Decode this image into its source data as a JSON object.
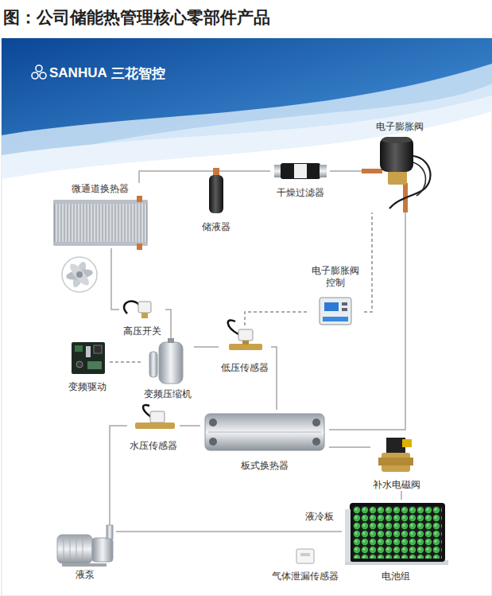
{
  "diagram": {
    "title": "图：公司储能热管理核心零部件产品",
    "nodes": [
      {
        "text": [
          "电子膨胀阀"
        ]
      },
      {
        "text": [
          "微通道换热器"
        ]
      },
      {
        "text": [
          "干燥过滤器"
        ]
      },
      {
        "text": [
          "储液器"
        ]
      },
      {
        "text": [
          "电子膨胀阀 控制"
        ]
      },
      {
        "text": [
          "高压开关"
        ]
      },
      {
        "text": [
          "低压传感器"
        ]
      },
      {
        "text": [
          "变频驱动"
        ]
      },
      {
        "text": [
          "变频压缩机"
        ]
      },
      {
        "text": [
          "水压传感器"
        ]
      },
      {
        "text": [
          "板式换热器"
        ]
      },
      {
        "text": [
          "补水电磁阀"
        ]
      },
      {
        "text": [
          "液泵"
        ]
      },
      {
        "text": [
          "气体泄漏传感器"
        ]
      },
      {
        "text": [
          "电池组"
        ]
      }
    ],
    "edges": [
      {
        "from": 1,
        "to": 3,
        "arrow": "none"
      },
      {
        "from": 3,
        "to": 2,
        "arrow": "none"
      },
      {
        "from": 2,
        "to": 0,
        "arrow": "none"
      },
      {
        "from": 0,
        "to": 10,
        "arrow": "none"
      },
      {
        "from": 4,
        "to": 0,
        "arrow": "none"
      },
      {
        "from": 4,
        "to": 6,
        "arrow": "none"
      },
      {
        "from": 1,
        "to": 5,
        "arrow": "none"
      },
      {
        "from": 5,
        "to": 8,
        "arrow": "none"
      },
      {
        "from": 7,
        "to": 8,
        "arrow": "none"
      },
      {
        "from": 8,
        "to": 6,
        "arrow": "none"
      },
      {
        "from": 6,
        "to": 10,
        "arrow": "none"
      },
      {
        "from": 10,
        "to": 9,
        "arrow": "none"
      },
      {
        "from": 9,
        "to": 12,
        "arrow": "none"
      },
      {
        "from": 10,
        "to": 11,
        "arrow": "none"
      },
      {
        "from": 11,
        "to": 14,
        "arrow": "none"
      },
      {
        "from": 14,
        "to": 12,
        "arrow": "none"
      }
    ],
    "labels": [
      "SANHUA",
      "三花智控",
      "液冷板"
    ]
  }
}
